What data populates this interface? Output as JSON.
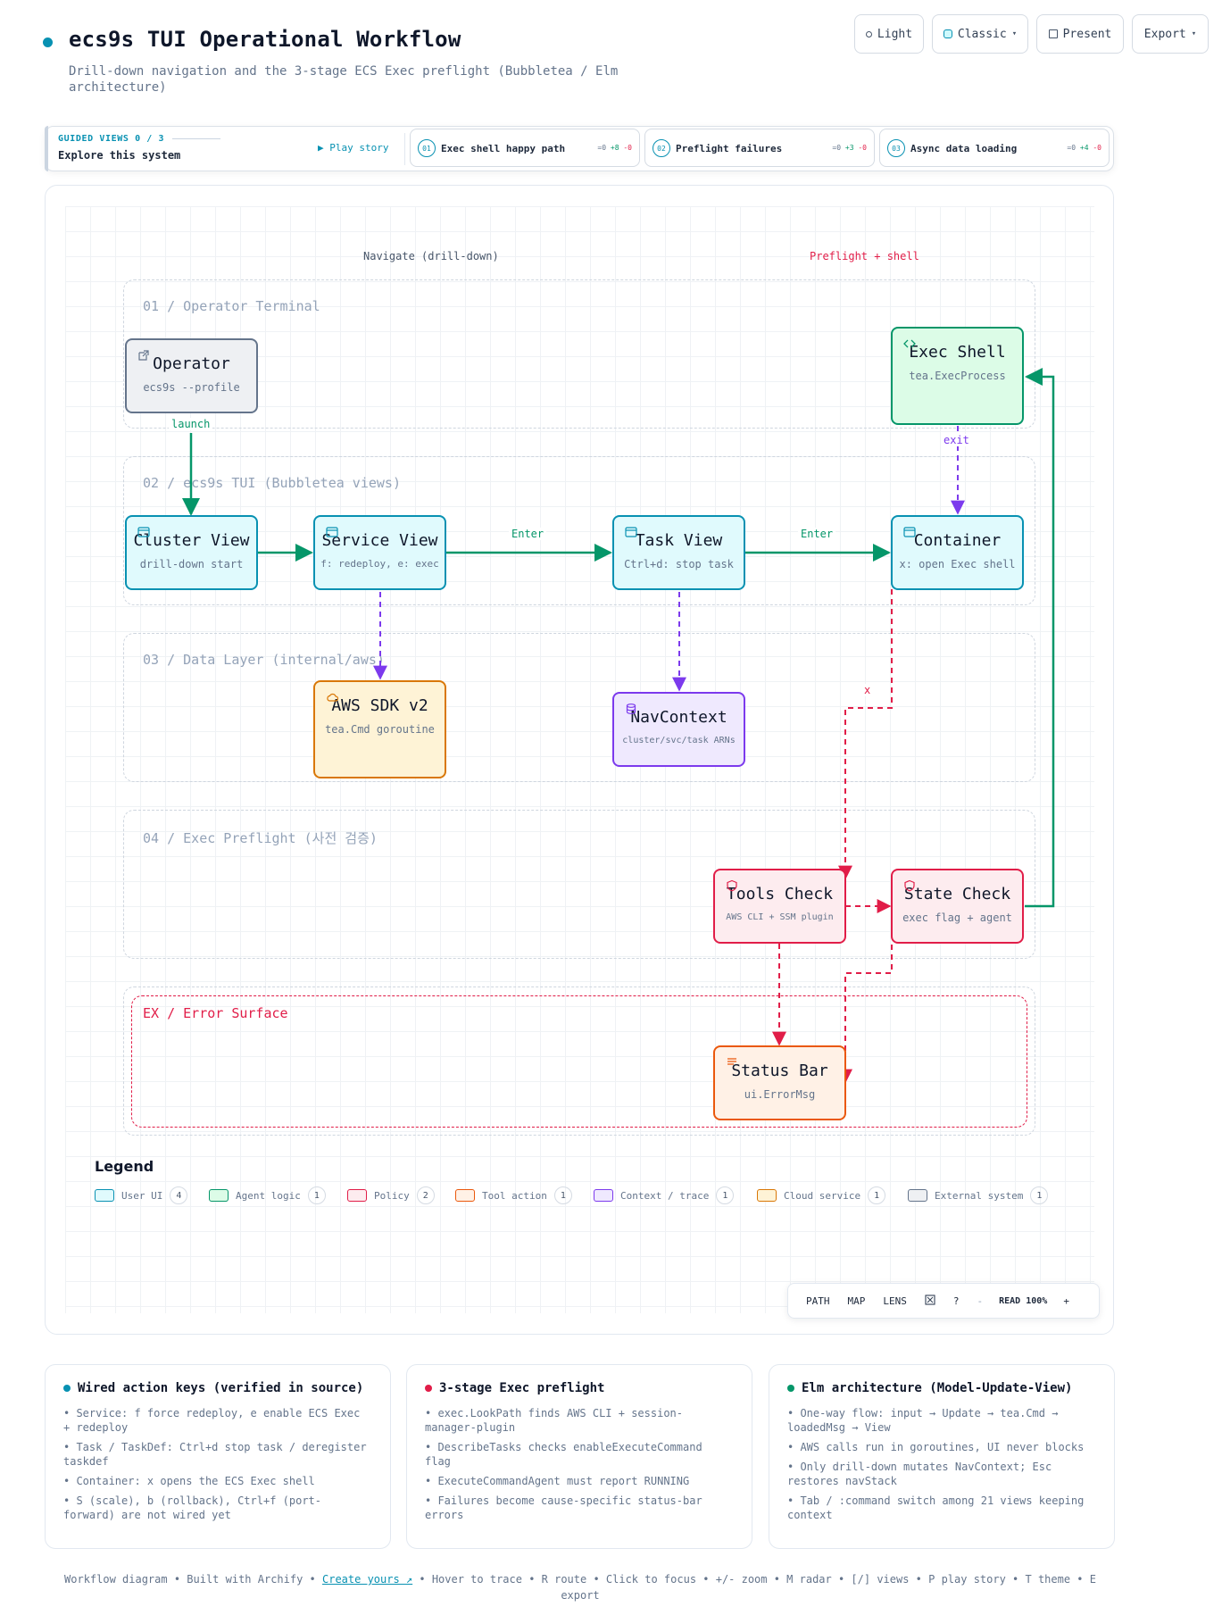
{
  "header": {
    "title": "ecs9s TUI Operational Workflow",
    "subtitle": "Drill-down navigation and the 3-stage ECS Exec preflight (Bubbletea / Elm architecture)",
    "buttons": {
      "light": "Light",
      "classic": "Classic",
      "present": "Present",
      "export": "Export"
    }
  },
  "guided": {
    "label": "GUIDED VIEWS 0 / 3",
    "explore": "Explore this system",
    "play": "Play story",
    "stories": [
      {
        "num": "01",
        "label": "Exec shell happy path",
        "z": "=0",
        "p": "+8",
        "m": "-0"
      },
      {
        "num": "02",
        "label": "Preflight failures",
        "z": "=0",
        "p": "+3",
        "m": "-0"
      },
      {
        "num": "03",
        "label": "Async data loading",
        "z": "=0",
        "p": "+4",
        "m": "-0"
      }
    ]
  },
  "columns": {
    "left": "Navigate (drill-down)",
    "right": "Preflight + shell"
  },
  "lanes": {
    "operator": "01 / Operator Terminal",
    "tui": "02 / ecs9s TUI (Bubbletea views)",
    "data": "03 / Data Layer (internal/aws)",
    "preflight": "04 / Exec Preflight (사전 검증)",
    "error": "EX / Error Surface"
  },
  "nodes": {
    "operator": {
      "title": "Operator",
      "sub": "ecs9s --profile"
    },
    "exec_shell": {
      "title": "Exec Shell",
      "sub": "tea.ExecProcess"
    },
    "cluster": {
      "title": "Cluster View",
      "sub": "drill-down start"
    },
    "service": {
      "title": "Service View",
      "sub": "f: redeploy, e: exec"
    },
    "task": {
      "title": "Task View",
      "sub": "Ctrl+d: stop task"
    },
    "container": {
      "title": "Container",
      "sub": "x: open Exec shell"
    },
    "aws_sdk": {
      "title": "AWS SDK v2",
      "sub": "tea.Cmd goroutine"
    },
    "navctx": {
      "title": "NavContext",
      "sub": "cluster/svc/task ARNs"
    },
    "tools": {
      "title": "Tools Check",
      "sub": "AWS CLI + SSM plugin"
    },
    "state": {
      "title": "State Check",
      "sub": "exec flag + agent"
    },
    "status": {
      "title": "Status Bar",
      "sub": "ui.ErrorMsg"
    }
  },
  "edges": {
    "launch": "launch",
    "enter1": "Enter",
    "enter2": "Enter",
    "exit": "exit",
    "x": "x"
  },
  "legend": {
    "title": "Legend",
    "items": [
      {
        "label": "User UI",
        "count": "4"
      },
      {
        "label": "Agent logic",
        "count": "1"
      },
      {
        "label": "Policy",
        "count": "2"
      },
      {
        "label": "Tool action",
        "count": "1"
      },
      {
        "label": "Context / trace",
        "count": "1"
      },
      {
        "label": "Cloud service",
        "count": "1"
      },
      {
        "label": "External system",
        "count": "1"
      }
    ]
  },
  "toolbar": {
    "path": "PATH",
    "map": "MAP",
    "lens": "LENS",
    "help": "?",
    "minus": "-",
    "zoom": "READ 100%",
    "plus": "+"
  },
  "cards": [
    {
      "title": "Wired action keys (verified in source)",
      "items": [
        "Service: f force redeploy, e enable ECS Exec + redeploy",
        "Task / TaskDef: Ctrl+d stop task / deregister taskdef",
        "Container: x opens the ECS Exec shell",
        "S (scale), b (rollback), Ctrl+f (port-forward) are not wired yet"
      ]
    },
    {
      "title": "3-stage Exec preflight",
      "items": [
        "exec.LookPath finds AWS CLI + session-manager-plugin",
        "DescribeTasks checks enableExecuteCommand flag",
        "ExecuteCommandAgent must report RUNNING",
        "Failures become cause-specific status-bar errors"
      ]
    },
    {
      "title": "Elm architecture (Model-Update-View)",
      "items": [
        "One-way flow: input → Update → tea.Cmd → loadedMsg → View",
        "AWS calls run in goroutines, UI never blocks",
        "Only drill-down mutates NavContext; Esc restores navStack",
        "Tab / :command switch among 21 views keeping context"
      ]
    }
  ],
  "footer": {
    "before": "Workflow diagram • Built with Archify • ",
    "link": "Create yours ↗",
    "after": " • Hover to trace • R route • Click to focus • +/- zoom • M radar • [/] views • P play story • T theme • E export"
  },
  "colors": {
    "user_ui": "#0891b2",
    "agent": "#059669",
    "policy": "#e11d48",
    "tool": "#ea580c",
    "context": "#7c3aed",
    "cloud": "#d97706",
    "external": "#64748b"
  }
}
